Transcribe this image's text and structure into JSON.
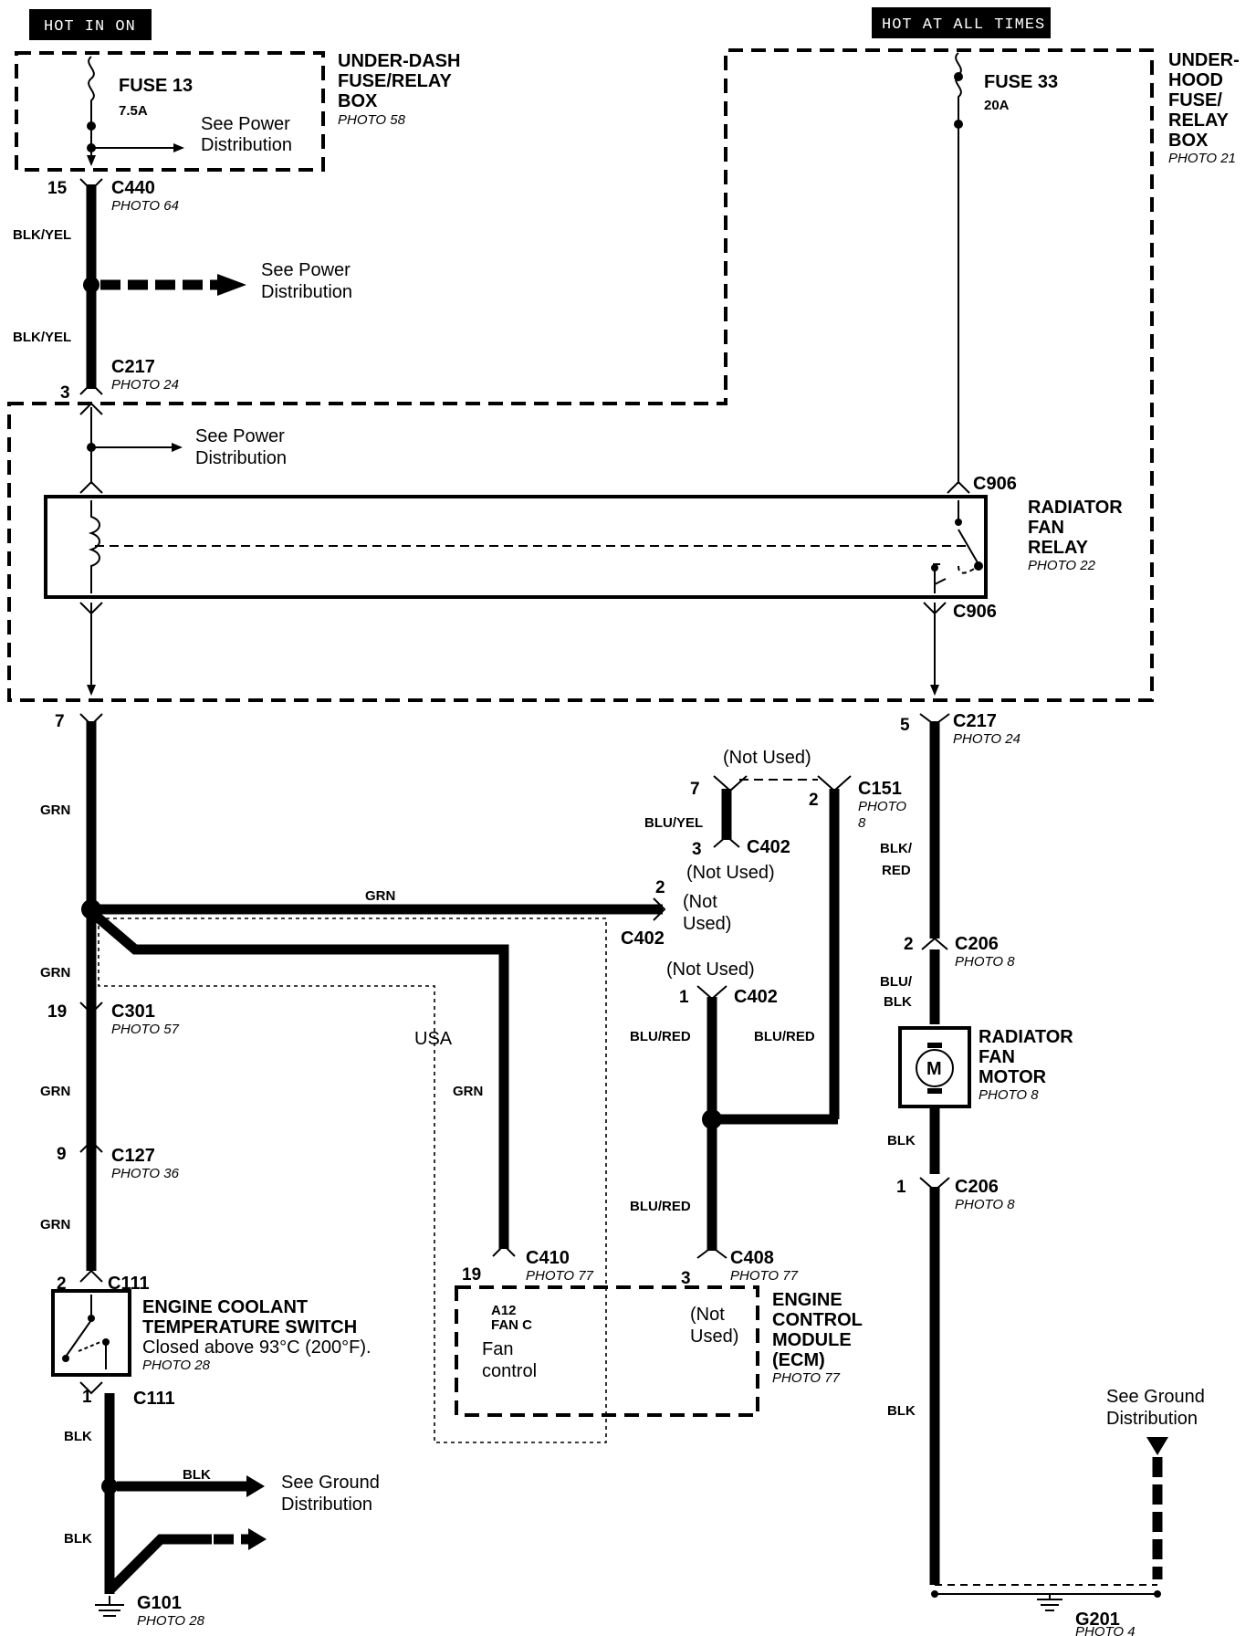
{
  "header": {
    "hot_in_on": "HOT IN ON",
    "hot_at_all_times": "HOT AT ALL TIMES"
  },
  "underdash_box": {
    "title_1": "UNDER-DASH",
    "title_2": "FUSE/RELAY",
    "title_3": "BOX",
    "photo": "PHOTO 58",
    "fuse_name": "FUSE 13",
    "fuse_rating": "7.5A",
    "note_1": "See Power",
    "note_2": "Distribution"
  },
  "underhood_box": {
    "title_1": "UNDER-",
    "title_2": "HOOD",
    "title_3": "FUSE/",
    "title_4": "RELAY",
    "title_5": "BOX",
    "photo": "PHOTO 21",
    "fuse_name": "FUSE 33",
    "fuse_rating": "20A"
  },
  "left_chain": {
    "c440_pin": "15",
    "c440_name": "C440",
    "c440_photo": "PHOTO 64",
    "wire_1": "BLK/YEL",
    "power_note_1": "See Power",
    "power_note_2": "Distribution",
    "wire_2": "BLK/YEL",
    "c217_name": "C217",
    "c217_photo": "PHOTO 24",
    "c217_pin": "3",
    "relay_power_note_1": "See Power",
    "relay_power_note_2": "Distribution"
  },
  "relay": {
    "c906_top": "C906",
    "c906_bottom": "C906",
    "title_1": "RADIATOR",
    "title_2": "FAN",
    "title_3": "RELAY",
    "photo": "PHOTO 22"
  },
  "lower_left": {
    "c217_pin": "7",
    "wire_grn_1": "GRN",
    "splice_wire": "GRN",
    "c402_pin_2": "2",
    "c402_not_used_1": "(Not",
    "c402_not_used_2": "Used)",
    "c402_name": "C402",
    "wire_grn_2": "GRN",
    "c301_pin": "19",
    "c301_name": "C301",
    "c301_photo": "PHOTO 57",
    "usa": "USA",
    "wire_grn_3": "GRN",
    "wire_grn_ecm": "GRN",
    "c127_pin": "9",
    "c127_name": "C127",
    "c127_photo": "PHOTO 36",
    "wire_grn_4": "GRN",
    "c111_pin_2": "2",
    "c111_top": "C111",
    "switch_title_1": "ENGINE COOLANT",
    "switch_title_2": "TEMPERATURE SWITCH",
    "switch_note": "Closed above 93°C (200°F).",
    "switch_photo": "PHOTO 28",
    "c111_pin_1": "1",
    "c111_bottom": "C111",
    "wire_blk_1": "BLK",
    "wire_blk_2": "BLK",
    "wire_blk_3": "BLK",
    "ground_note_1": "See Ground",
    "ground_note_2": "Distribution",
    "g101_name": "G101",
    "g101_photo": "PHOTO 28"
  },
  "middle": {
    "c151_not_used": "(Not Used)",
    "c151_pin_7": "7",
    "c151_pin_2": "2",
    "c151_name": "C151",
    "c151_photo_1": "PHOTO",
    "c151_photo_2": "8",
    "wire_blu_yel": "BLU/YEL",
    "c402_pin_3": "3",
    "c402_name_a": "C402",
    "c402_not_used_a": "(Not Used)",
    "c402_not_used_b": "(Not Used)",
    "c402_pin_1": "1",
    "c402_name_b": "C402",
    "wire_blu_red_1": "BLU/RED",
    "wire_blu_red_2": "BLU/RED",
    "wire_blu_red_3": "BLU/RED",
    "c410_pin": "19",
    "c410_name": "C410",
    "c410_photo": "PHOTO 77",
    "c408_pin": "3",
    "c408_name": "C408",
    "c408_photo": "PHOTO 77",
    "ecm_pin_label_1": "A12",
    "ecm_pin_label_2": "FAN C",
    "ecm_fan_1": "Fan",
    "ecm_fan_2": "control",
    "ecm_not_used_1": "(Not",
    "ecm_not_used_2": "Used)",
    "ecm_title_1": "ENGINE",
    "ecm_title_2": "CONTROL",
    "ecm_title_3": "MODULE",
    "ecm_title_4": "(ECM)",
    "ecm_photo": "PHOTO 77"
  },
  "right_chain": {
    "c217_pin": "5",
    "c217_name": "C217",
    "c217_photo": "PHOTO 24",
    "wire_blk_red_1": "BLK/",
    "wire_blk_red_2": "RED",
    "c206_pin_2": "2",
    "c206_name_top": "C206",
    "c206_photo_top": "PHOTO 8",
    "wire_blu_blk_1": "BLU/",
    "wire_blu_blk_2": "BLK",
    "motor_symbol": "M",
    "motor_title_1": "RADIATOR",
    "motor_title_2": "FAN",
    "motor_title_3": "MOTOR",
    "motor_photo": "PHOTO 8",
    "wire_blk_1": "BLK",
    "c206_pin_1": "1",
    "c206_name_bottom": "C206",
    "c206_photo_bottom": "PHOTO 8",
    "wire_blk_2": "BLK",
    "ground_note_1": "See Ground",
    "ground_note_2": "Distribution",
    "g201_name": "G201",
    "g201_photo": "PHOTO 4"
  }
}
